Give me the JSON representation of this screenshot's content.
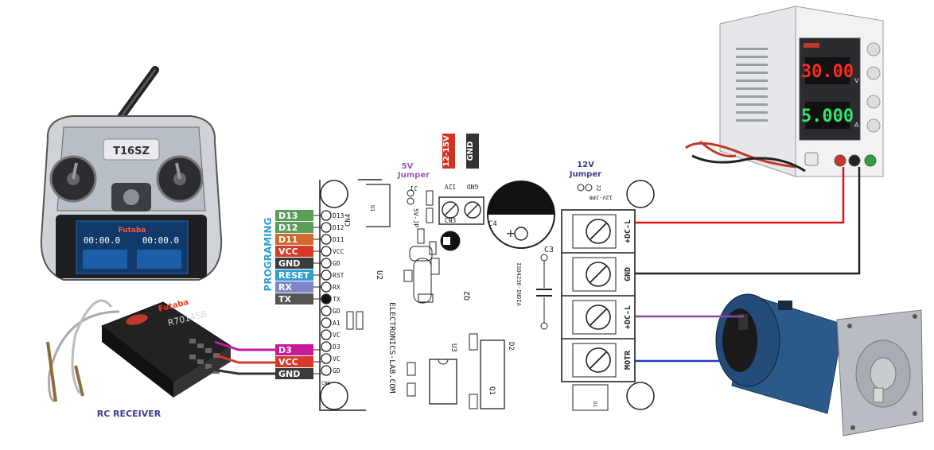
{
  "programming_label": "PROGRAMING",
  "programming_pins": [
    {
      "label": "D13",
      "color": "#5a9e5a"
    },
    {
      "label": "D12",
      "color": "#5a9e5a"
    },
    {
      "label": "D11",
      "color": "#cf6a2d"
    },
    {
      "label": "VCC",
      "color": "#d63a2a"
    },
    {
      "label": "GND",
      "color": "#3b3b3b"
    },
    {
      "label": "RESET",
      "color": "#2f9fd0"
    },
    {
      "label": "RX",
      "color": "#7f86c8"
    },
    {
      "label": "TX",
      "color": "#555555"
    }
  ],
  "receiver_pins": [
    {
      "label": "D3",
      "color": "#c8189c"
    },
    {
      "label": "VCC",
      "color": "#d63a2a"
    },
    {
      "label": "GND",
      "color": "#3b3b3b"
    }
  ],
  "rc_receiver_label": "RC RECEIVER",
  "supply_tags": {
    "v12_15": "12-15V",
    "gnd": "GND",
    "v12_15_color": "#d7301f",
    "gnd_color": "#333333"
  },
  "jumper_5v": {
    "title": "5V",
    "subtitle": "Jumper",
    "color": "#9b59b6"
  },
  "jumper_12v": {
    "title": "12V",
    "subtitle": "Jumper",
    "color": "#3b3f8f"
  },
  "pcb": {
    "cn4_pins": [
      "D13",
      "D12",
      "D11",
      "VCC",
      "GD",
      "RST",
      "RX",
      "TX"
    ],
    "cn4_label": "CN4",
    "lower_pins": [
      "GD",
      "A1",
      "VC",
      "D3",
      "VC",
      "GD"
    ],
    "cn6_label": "CN6",
    "cn3_label": "CN3",
    "cn3_pin_left": "12V",
    "cn3_pin_right": "GND",
    "j1_label": "J1",
    "j2_label": "J2",
    "jp5v_label": "5V-JP",
    "jp12v_label": "12V-JPR",
    "c4_label": "C4",
    "c3_label": "C3",
    "u1": "U1",
    "u2": "U2",
    "u3": "U3",
    "q1": "Q1",
    "q2": "Q2",
    "d1": "D1",
    "d2": "D2",
    "website": "ELECTRONICS-LAB.COM",
    "part_no": "ISO4236-INDIA",
    "terminal_labels": [
      "+DC-L",
      "GND",
      "+DC-L",
      "MOTR"
    ]
  },
  "radio": {
    "brand": "Futaba",
    "model": "T16SZ",
    "time_left": "00:00.0",
    "time_right": "00:00.0"
  },
  "receiver": {
    "brand": "Futaba",
    "model": "R7014SB"
  },
  "power_supply": {
    "voltage": "30.00",
    "current": "5.000",
    "unit_v": "V",
    "unit_a": "A"
  },
  "wire_colors": {
    "red": "#d7191c",
    "black": "#222222",
    "purple": "#8e44ad",
    "blue": "#1f3fbf",
    "magenta": "#c8189c"
  }
}
